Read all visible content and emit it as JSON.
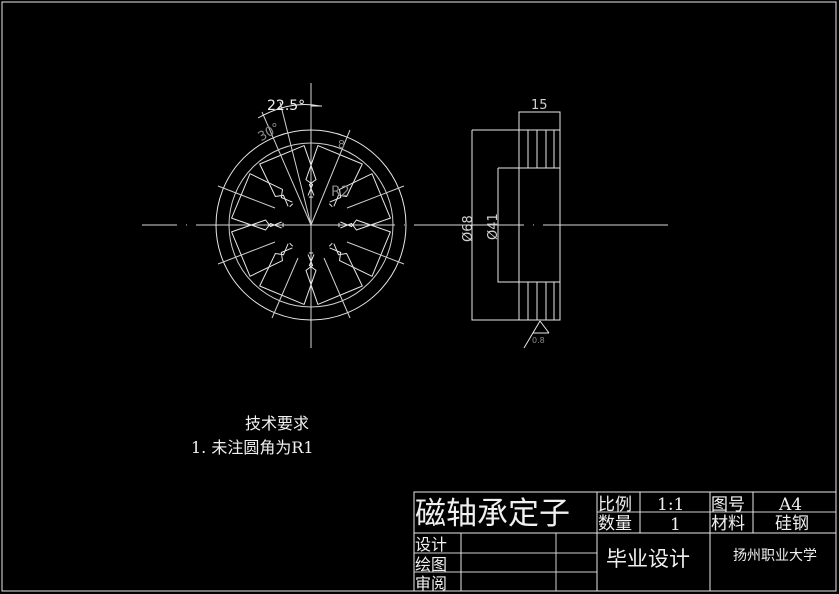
{
  "drawing": {
    "front_view": {
      "angle_dim_1": "22.5°",
      "angle_dim_2": "30°",
      "small_dim": "8",
      "radius_dim": "R2"
    },
    "side_view": {
      "width_dim": "15",
      "outer_diameter": "Ø68",
      "inner_diameter": "Ø41",
      "roughness": "0.8"
    },
    "notes": {
      "title": "技术要求",
      "item_1": "1.  未注圆角为R1"
    }
  },
  "title_block": {
    "part_name": "磁轴承定子",
    "scale_label": "比例",
    "scale_value": "1:1",
    "drawing_no_label": "图号",
    "drawing_no_value": "A4",
    "quantity_label": "数量",
    "quantity_value": "1",
    "material_label": "材料",
    "material_value": "硅钢",
    "design_label": "设计",
    "draw_label": "绘图",
    "review_label": "审阅",
    "project": "毕业设计",
    "school": "扬州职业大学"
  }
}
